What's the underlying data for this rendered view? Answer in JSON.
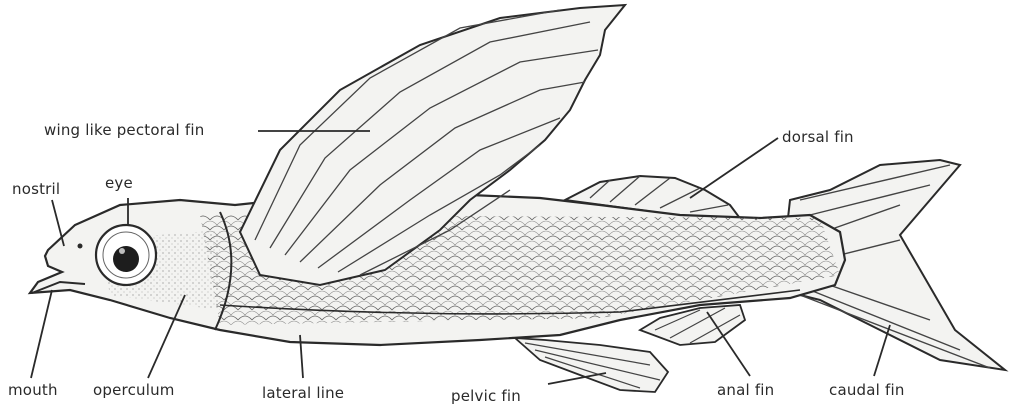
{
  "labels": {
    "pectoral_fin": "wing like pectoral fin",
    "dorsal_fin": "dorsal fin",
    "nostril": "nostril",
    "eye": "eye",
    "mouth": "mouth",
    "operculum": "operculum",
    "lateral_line": "lateral line",
    "pelvic_fin": "pelvic fin",
    "anal_fin": "anal fin",
    "caudal_fin": "caudal fin"
  },
  "colors": {
    "ink": "#2a2a2a",
    "fill": "#f3f3f1",
    "paper": "#ffffff"
  }
}
